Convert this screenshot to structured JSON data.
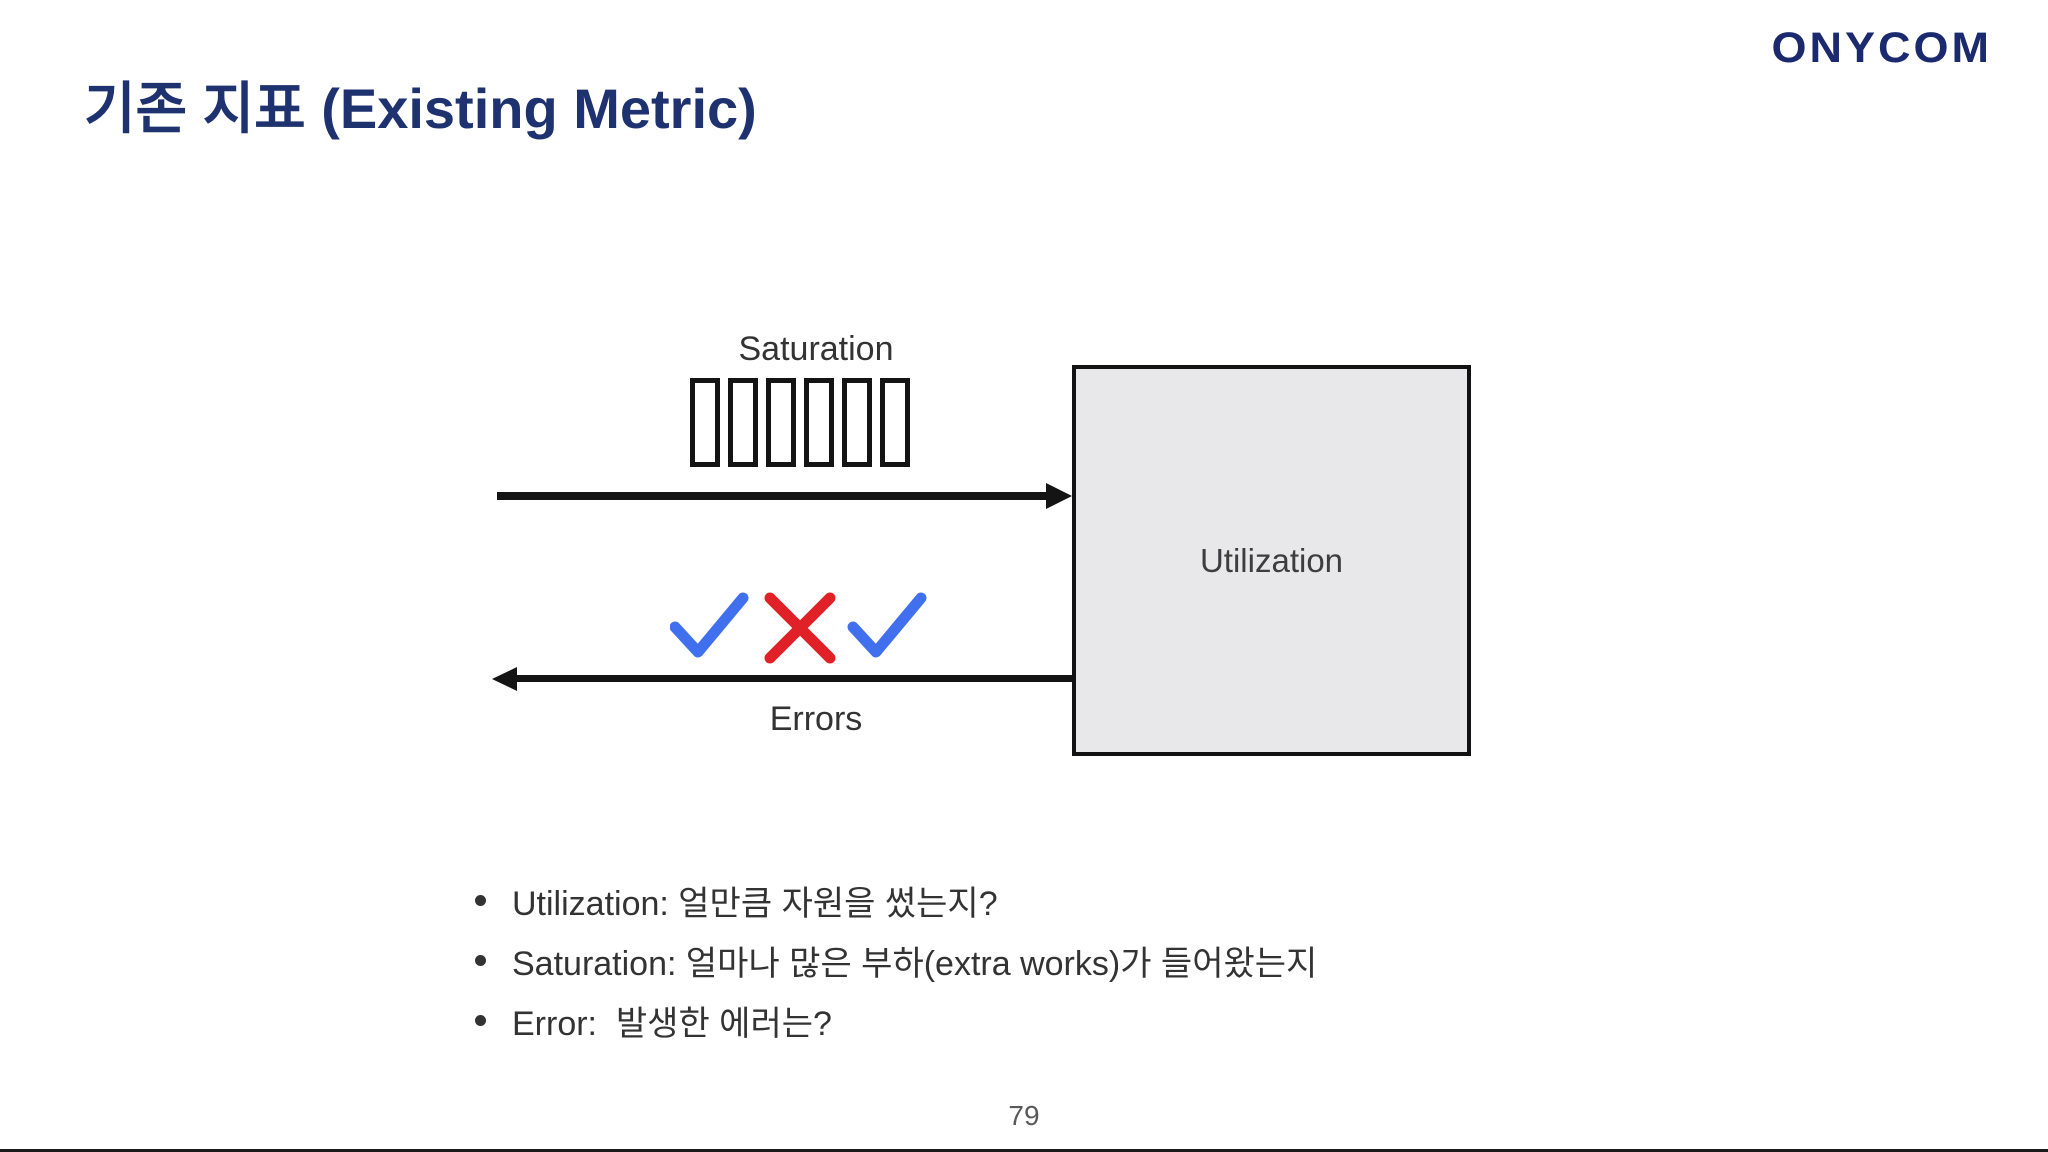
{
  "slide": {
    "logo_text": "ONYCOM",
    "title": "기존 지표 (Existing Metric)",
    "page_number": "79"
  },
  "diagram": {
    "saturation_label": "Saturation",
    "errors_label": "Errors",
    "utilization_label": "Utilization",
    "queue_slot_count": 6,
    "marks": [
      "check",
      "cross",
      "check"
    ],
    "colors": {
      "check_blue": "#4170ee",
      "cross_red": "#e02127",
      "box_fill": "#e8e8ea",
      "line_black": "#141414"
    }
  },
  "bullets": [
    {
      "text": "Utilization: 얼만큼 자원을 썼는지?"
    },
    {
      "text": "Saturation: 얼마나 많은 부하(extra works)가 들어왔는지"
    },
    {
      "text": "Error:  발생한 에러는?"
    }
  ],
  "colors": {
    "title_navy": "#1f3270",
    "logo_navy": "#1b2a6e",
    "text_dark": "#333333",
    "page_gray": "#595959"
  }
}
